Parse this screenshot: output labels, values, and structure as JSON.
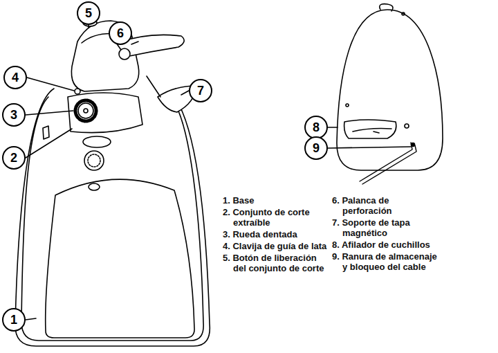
{
  "diagram": {
    "nodes": [
      {
        "text": [
          "1"
        ]
      },
      {
        "text": [
          "2"
        ]
      },
      {
        "text": [
          "3"
        ]
      },
      {
        "text": [
          "4"
        ]
      },
      {
        "text": [
          "5"
        ]
      },
      {
        "text": [
          "6"
        ]
      },
      {
        "text": [
          "7"
        ]
      },
      {
        "text": [
          "8"
        ]
      },
      {
        "text": [
          "9"
        ]
      }
    ],
    "labels": [
      "1. Base",
      "2. Conjunto de corte extraíble",
      "3. Rueda dentada",
      "4. Clavija de guía de lata",
      "5. Botón de liberación del conjunto de corte",
      "6. Palanca de perforación",
      "7. Soporte de tapa magnético",
      "8. Afilador de cuchillos",
      "9. Ranura de almacenaje y bloqueo del cable"
    ]
  }
}
